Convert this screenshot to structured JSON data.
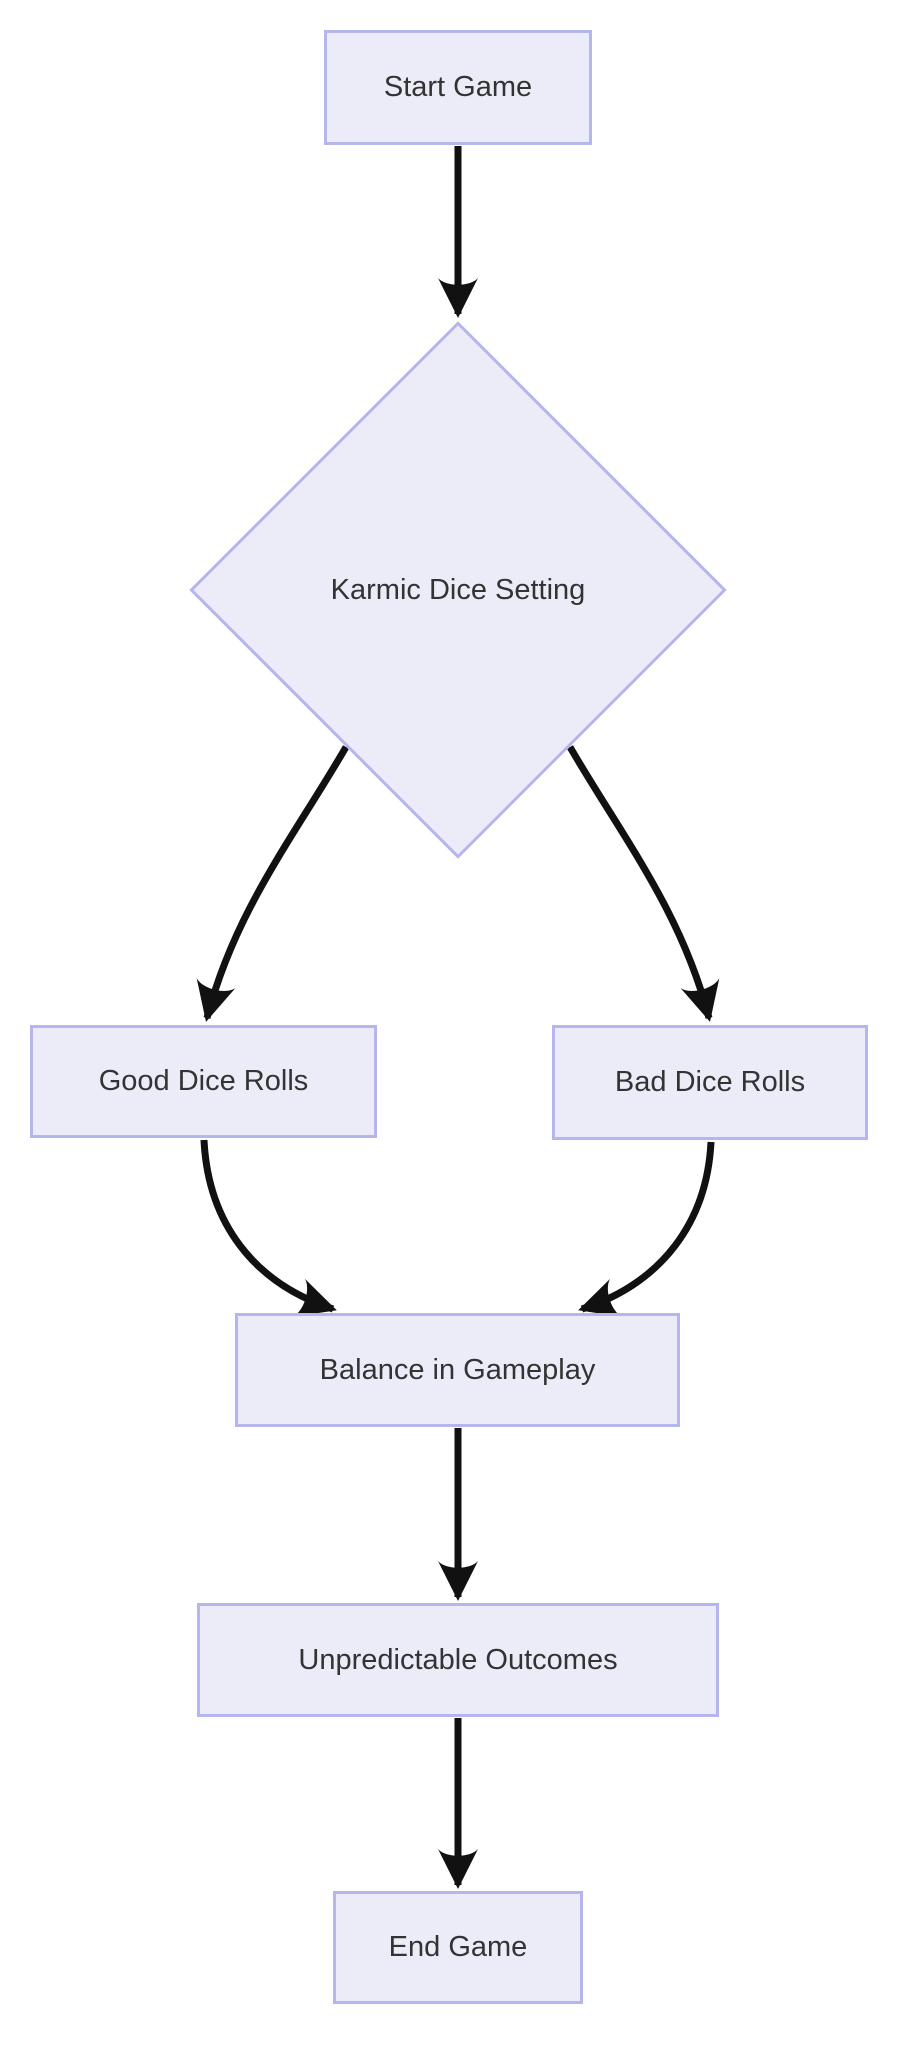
{
  "diagram": {
    "type": "flowchart",
    "direction": "top-down",
    "colors": {
      "background": "#FFFFFF",
      "node_fill": "#ECECF9",
      "node_border": "#B6B6EE",
      "label_text": "#333333",
      "edge": "#111111"
    },
    "nodes": [
      {
        "id": "start_game",
        "label": "Start Game",
        "shape": "rectangle"
      },
      {
        "id": "karmic_dice_setting",
        "label": "Karmic Dice Setting",
        "shape": "diamond"
      },
      {
        "id": "good_dice_rolls",
        "label": "Good Dice Rolls",
        "shape": "rectangle"
      },
      {
        "id": "bad_dice_rolls",
        "label": "Bad Dice Rolls",
        "shape": "rectangle"
      },
      {
        "id": "balance_in_gameplay",
        "label": "Balance in Gameplay",
        "shape": "rectangle"
      },
      {
        "id": "unpredictable_outcomes",
        "label": "Unpredictable Outcomes",
        "shape": "rectangle"
      },
      {
        "id": "end_game",
        "label": "End Game",
        "shape": "rectangle"
      }
    ],
    "edges": [
      {
        "from": "start_game",
        "to": "karmic_dice_setting"
      },
      {
        "from": "karmic_dice_setting",
        "to": "good_dice_rolls"
      },
      {
        "from": "karmic_dice_setting",
        "to": "bad_dice_rolls"
      },
      {
        "from": "good_dice_rolls",
        "to": "balance_in_gameplay"
      },
      {
        "from": "bad_dice_rolls",
        "to": "balance_in_gameplay"
      },
      {
        "from": "balance_in_gameplay",
        "to": "unpredictable_outcomes"
      },
      {
        "from": "unpredictable_outcomes",
        "to": "end_game"
      }
    ]
  }
}
